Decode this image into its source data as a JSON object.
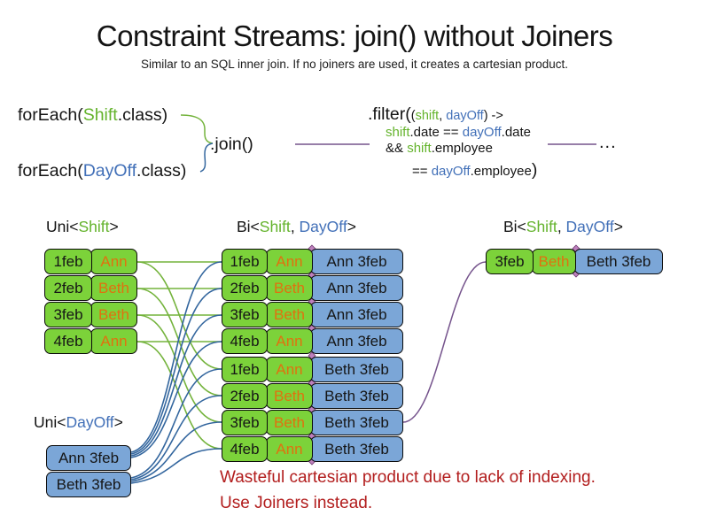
{
  "title": "Constraint Streams: join() without Joiners",
  "subtitle": "Similar to an SQL inner join. If no joiners are used, it creates a cartesian product.",
  "colors": {
    "box_green": "#7cd23a",
    "box_blue": "#7ba6d7",
    "text_orange": "#e0710f",
    "code_green": "#64b32c",
    "code_blue": "#4270b8",
    "line_green": "#74b33c",
    "line_blue": "#33669e",
    "line_purple": "#75538c",
    "warning_red": "#b21d1d"
  },
  "code": {
    "foreach_shift": {
      "pre": "forEach(",
      "cls": "Shift",
      "post": ".class)"
    },
    "foreach_dayoff": {
      "pre": "forEach(",
      "cls": "DayOff",
      "post": ".class)"
    },
    "join": ".join()",
    "filter": {
      "l1_pre": ".filter(",
      "l1_paren": "(",
      "l1_shift": "shift",
      "l1_comma": ", ",
      "l1_dayoff": "dayOff",
      "l1_post": ") ->",
      "l2_shift": "shift",
      "l2_mid": ".date == ",
      "l2_dayoff": "dayOff",
      "l2_post": ".date",
      "l3_pre": "&& ",
      "l3_shift": "shift",
      "l3_post": ".employee",
      "l4_pre": "== ",
      "l4_dayoff": "dayOff",
      "l4_mid": ".employee",
      "l4_close": ")"
    },
    "ellipsis": "..."
  },
  "labels": {
    "uni_shift": {
      "pre": "Uni<",
      "green": "Shift",
      "post": ">"
    },
    "bi_cartesian": {
      "pre": "Bi<",
      "green": "Shift",
      "comma": ", ",
      "blue": "DayOff",
      "post": ">"
    },
    "bi_result": {
      "pre": "Bi<",
      "green": "Shift",
      "comma": ", ",
      "blue": "DayOff",
      "post": ">"
    },
    "uni_dayoff": {
      "pre": "Uni<",
      "blue": "DayOff",
      "post": ">"
    }
  },
  "tables": {
    "shift": {
      "rows": [
        {
          "date": "1feb",
          "name": "Ann"
        },
        {
          "date": "2feb",
          "name": "Beth"
        },
        {
          "date": "3feb",
          "name": "Beth"
        },
        {
          "date": "4feb",
          "name": "Ann"
        }
      ]
    },
    "dayoff": {
      "rows": [
        {
          "text": "Ann 3feb"
        },
        {
          "text": "Beth 3feb"
        }
      ]
    },
    "cartesian": {
      "rows": [
        {
          "date": "1feb",
          "name": "Ann",
          "pair": "Ann 3feb"
        },
        {
          "date": "2feb",
          "name": "Beth",
          "pair": "Ann 3feb"
        },
        {
          "date": "3feb",
          "name": "Beth",
          "pair": "Ann 3feb"
        },
        {
          "date": "4feb",
          "name": "Ann",
          "pair": "Ann 3feb"
        },
        {
          "date": "1feb",
          "name": "Ann",
          "pair": "Beth 3feb"
        },
        {
          "date": "2feb",
          "name": "Beth",
          "pair": "Beth 3feb"
        },
        {
          "date": "3feb",
          "name": "Beth",
          "pair": "Beth 3feb"
        },
        {
          "date": "4feb",
          "name": "Ann",
          "pair": "Beth 3feb"
        }
      ]
    },
    "result": {
      "rows": [
        {
          "date": "3feb",
          "name": "Beth",
          "pair": "Beth 3feb"
        }
      ]
    }
  },
  "warning": {
    "line1": "Wasteful cartesian product due to lack of indexing.",
    "line2": "Use Joiners instead."
  }
}
